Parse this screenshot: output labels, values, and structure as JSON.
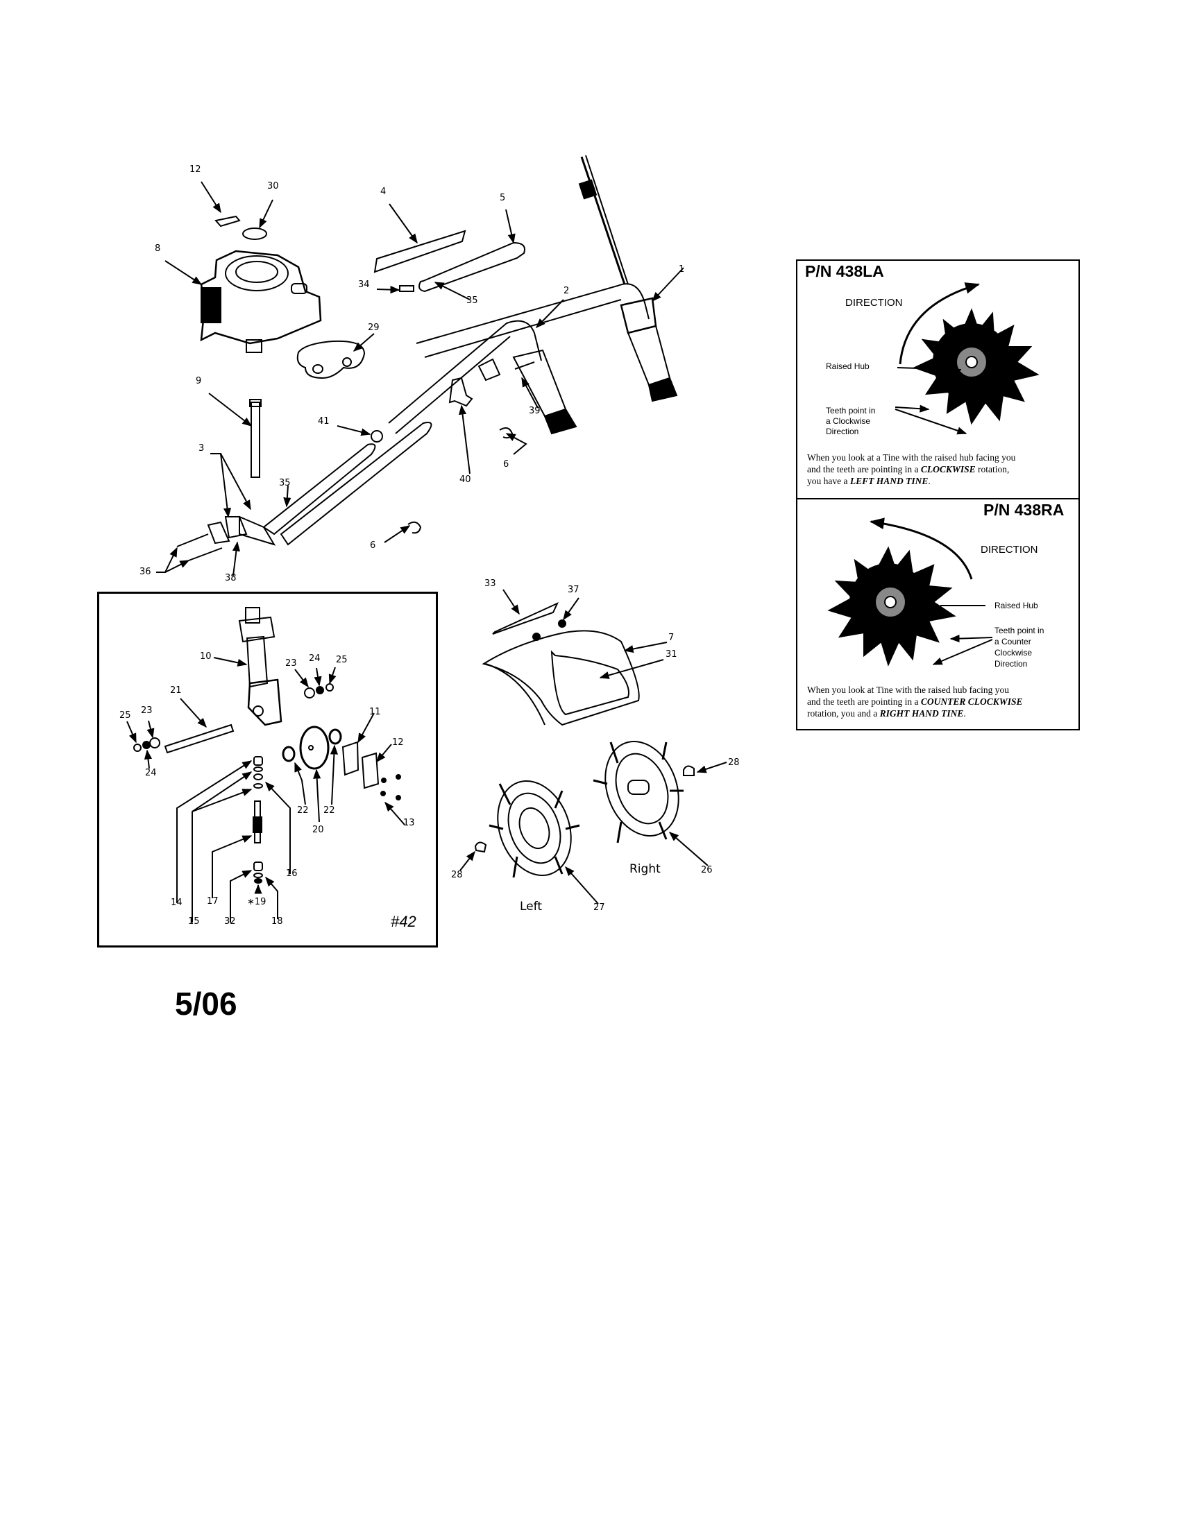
{
  "diagram": {
    "revision_date": "5/06",
    "callouts": {
      "p1": "1",
      "p2": "2",
      "p3": "3",
      "p4": "4",
      "p5": "5",
      "p6a": "6",
      "p6b": "6",
      "p7": "7",
      "p8": "8",
      "p9": "9",
      "p12_top": "12",
      "p29": "29",
      "p30": "30",
      "p34": "34",
      "p35a": "35",
      "p35b": "35",
      "p36": "36",
      "p38": "38",
      "p39": "39",
      "p40": "40",
      "p41": "41",
      "p31": "31",
      "p33": "33",
      "p37": "37",
      "p26": "26",
      "p27": "27",
      "p28a": "28",
      "p28b": "28"
    },
    "gearbox_inset": {
      "tag": "#42",
      "callouts": {
        "p10": "10",
        "p11": "11",
        "p12": "12",
        "p13": "13",
        "p14": "14",
        "p15": "15",
        "p16": "16",
        "p17": "17",
        "p18": "18",
        "p19": "∗19",
        "p20": "20",
        "p21": "21",
        "p22a": "22",
        "p22b": "22",
        "p23a": "23",
        "p23b": "23",
        "p24a": "24",
        "p24b": "24",
        "p25a": "25",
        "p25b": "25",
        "p32": "32"
      }
    },
    "tine_labels": {
      "left": "Left",
      "right": "Right"
    }
  },
  "tine_panel": {
    "left_hand": {
      "part_number": "P/N 438LA",
      "direction_label": "DIRECTION",
      "hub_label": "Raised Hub",
      "teeth_label_1": "Teeth  point in",
      "teeth_label_2": "a Clockwise",
      "teeth_label_3": "Direction",
      "desc_1": "When you look at a Tine with the raised hub facing you",
      "desc_2": "and the teeth are pointing in a ",
      "desc_2_em": "CLOCKWISE",
      "desc_2_end": " rotation,",
      "desc_3": "you have a ",
      "desc_3_em": "LEFT HAND TINE",
      "desc_3_end": "."
    },
    "right_hand": {
      "part_number": "P/N 438RA",
      "direction_label": "DIRECTION",
      "hub_label": "Raised Hub",
      "teeth_label_1": "Teeth  point in",
      "teeth_label_2": "a Counter",
      "teeth_label_3": "Clockwise",
      "teeth_label_4": "Direction",
      "desc_1": "When you look at Tine with the raised hub facing you",
      "desc_2": "and the teeth are pointing in a ",
      "desc_2_em": "COUNTER CLOCKWISE",
      "desc_3": "rotation, you and a ",
      "desc_3_em": "RIGHT HAND TINE",
      "desc_3_end": "."
    }
  }
}
